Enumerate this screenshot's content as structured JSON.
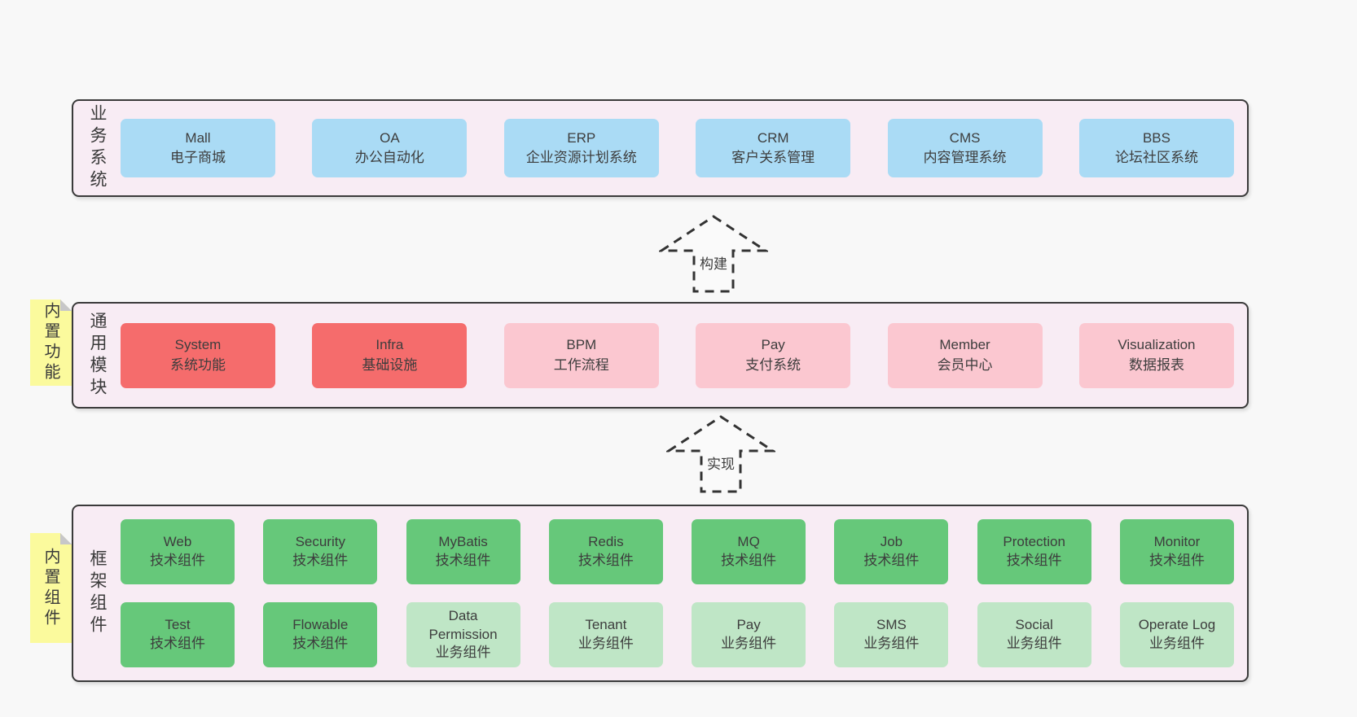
{
  "colors": {
    "page_bg": "#f8f8f8",
    "container_bg": "#f8ecf4",
    "container_border": "#3a3a3a",
    "blue": "#aadbf5",
    "red": "#f56c6c",
    "pink": "#fbc7d0",
    "green_dark": "#66c87a",
    "green_light": "#bfe6c6",
    "sticky_yellow": "#fbfa9d",
    "text": "#3d3d3d"
  },
  "layers": {
    "business": {
      "label": "业务系统",
      "boxes": [
        {
          "name": "Mall",
          "subtitle": "电子商城"
        },
        {
          "name": "OA",
          "subtitle": "办公自动化"
        },
        {
          "name": "ERP",
          "subtitle": "企业资源计划系统"
        },
        {
          "name": "CRM",
          "subtitle": "客户关系管理"
        },
        {
          "name": "CMS",
          "subtitle": "内容管理系统"
        },
        {
          "name": "BBS",
          "subtitle": "论坛社区系统"
        }
      ]
    },
    "modules": {
      "label": "通用模块",
      "sticky": "内置功能",
      "boxes": [
        {
          "name": "System",
          "subtitle": "系统功能",
          "variant": "red"
        },
        {
          "name": "Infra",
          "subtitle": "基础设施",
          "variant": "red"
        },
        {
          "name": "BPM",
          "subtitle": "工作流程",
          "variant": "pink"
        },
        {
          "name": "Pay",
          "subtitle": "支付系统",
          "variant": "pink"
        },
        {
          "name": "Member",
          "subtitle": "会员中心",
          "variant": "pink"
        },
        {
          "name": "Visualization",
          "subtitle": "数据报表",
          "variant": "pink"
        }
      ]
    },
    "components": {
      "label": "框架组件",
      "sticky": "内置组件",
      "row1": [
        {
          "name": "Web",
          "subtitle": "技术组件",
          "variant": "dark"
        },
        {
          "name": "Security",
          "subtitle": "技术组件",
          "variant": "dark"
        },
        {
          "name": "MyBatis",
          "subtitle": "技术组件",
          "variant": "dark"
        },
        {
          "name": "Redis",
          "subtitle": "技术组件",
          "variant": "dark"
        },
        {
          "name": "MQ",
          "subtitle": "技术组件",
          "variant": "dark"
        },
        {
          "name": "Job",
          "subtitle": "技术组件",
          "variant": "dark"
        },
        {
          "name": "Protection",
          "subtitle": "技术组件",
          "variant": "dark"
        },
        {
          "name": "Monitor",
          "subtitle": "技术组件",
          "variant": "dark"
        }
      ],
      "row2": [
        {
          "name": "Test",
          "subtitle": "技术组件",
          "variant": "dark"
        },
        {
          "name": "Flowable",
          "subtitle": "技术组件",
          "variant": "dark"
        },
        {
          "name": "Data Permission",
          "subtitle": "业务组件",
          "variant": "light"
        },
        {
          "name": "Tenant",
          "subtitle": "业务组件",
          "variant": "light"
        },
        {
          "name": "Pay",
          "subtitle": "业务组件",
          "variant": "light"
        },
        {
          "name": "SMS",
          "subtitle": "业务组件",
          "variant": "light"
        },
        {
          "name": "Social",
          "subtitle": "业务组件",
          "variant": "light"
        },
        {
          "name": "Operate Log",
          "subtitle": "业务组件",
          "variant": "light"
        }
      ]
    }
  },
  "arrows": [
    {
      "label": "构建"
    },
    {
      "label": "实现"
    }
  ]
}
